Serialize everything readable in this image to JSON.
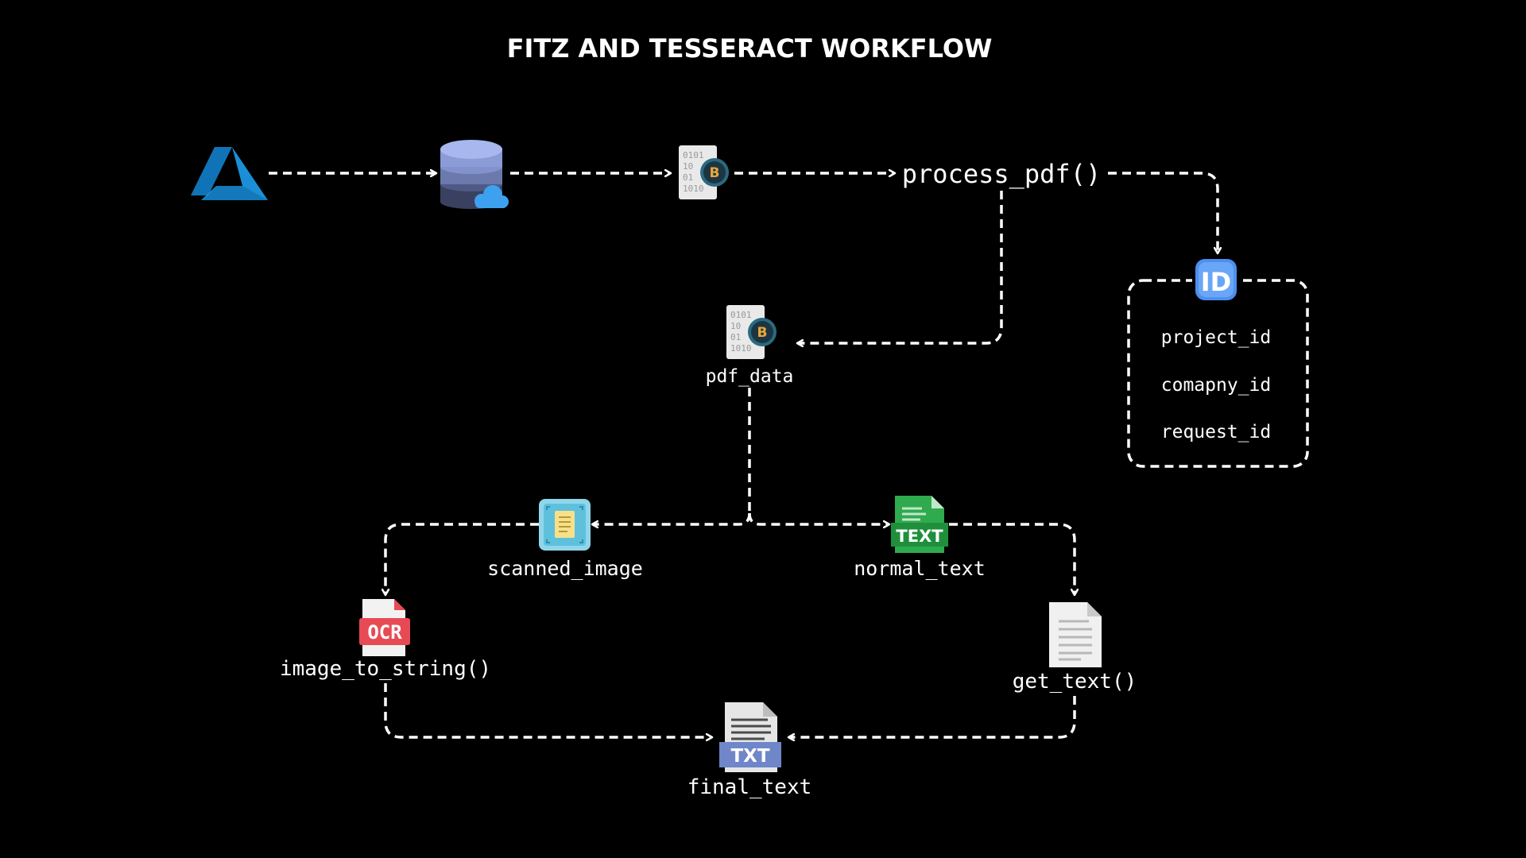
{
  "title": "FITZ AND TESSERACT WORKFLOW",
  "nodes": {
    "process_pdf": "process_pdf()",
    "pdf_data": "pdf_data",
    "scanned_image": "scanned_image",
    "normal_text": "normal_text",
    "image_to_string": "image_to_string()",
    "get_text": "get_text()",
    "final_text": "final_text"
  },
  "ids_box": {
    "items": [
      "project_id",
      "comapny_id",
      "request_id"
    ]
  },
  "icons": {
    "azure": "azure-logo-icon",
    "database": "cloud-database-icon",
    "binary": "binary-file-icon",
    "id": "id-badge-icon",
    "scanned": "scanned-document-icon",
    "text": "text-file-icon",
    "text_label": "TEXT",
    "ocr": "ocr-file-icon",
    "ocr_label": "OCR",
    "document": "document-icon",
    "txt": "txt-file-icon",
    "txt_label": "TXT",
    "binary_badge": "B",
    "id_label": "ID"
  },
  "colors": {
    "background": "#000000",
    "foreground": "#ffffff",
    "azure": "#1a8fd6",
    "text_green": "#2faa4f",
    "ocr_red": "#e84a55",
    "id_blue": "#4d8ff0",
    "txt_blue": "#6f86c9"
  }
}
